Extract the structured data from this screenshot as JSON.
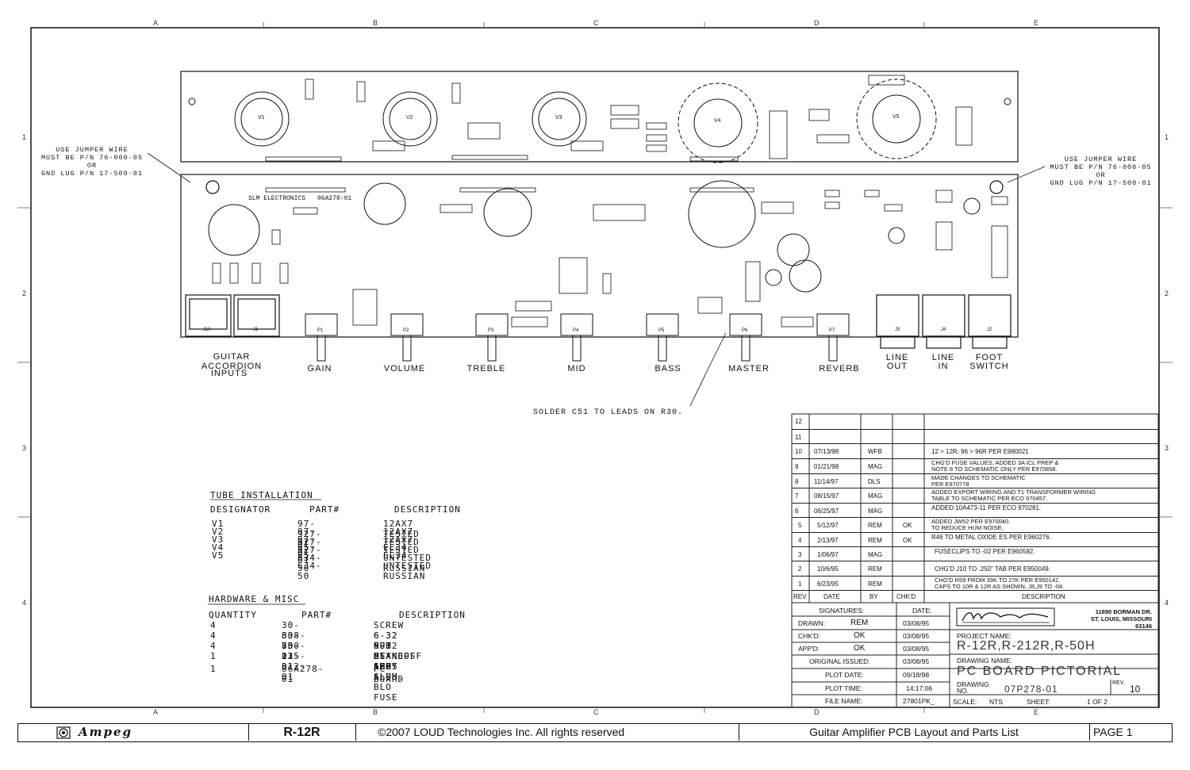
{
  "grid": {
    "columns": [
      "A",
      "B",
      "C",
      "D",
      "E"
    ],
    "rows": [
      "1",
      "2",
      "3",
      "4"
    ]
  },
  "board": {
    "silkscreen": "SLM ELECTRONICS",
    "part_ref": "06A278-01",
    "tubes": [
      "V1",
      "V2",
      "V3",
      "V4",
      "V5"
    ],
    "controls": [
      {
        "designator": "P1",
        "label": "GAIN"
      },
      {
        "designator": "P2",
        "label": "VOLUME"
      },
      {
        "designator": "P3",
        "label": "TREBLE"
      },
      {
        "designator": "P4",
        "label": "MID"
      },
      {
        "designator": "P5",
        "label": "BASS"
      },
      {
        "designator": "P6",
        "label": "MASTER"
      },
      {
        "designator": "P7",
        "label": "REVERB"
      }
    ],
    "inputs_label": "GUITAR ACCORDION",
    "inputs_caption": "INPUTS",
    "jacks": [
      {
        "designator": "J3",
        "label": "LINE\nOUT"
      },
      {
        "designator": "J4",
        "label": "LINE\nIN"
      },
      {
        "designator": "J2",
        "label": "FOOT\nSWITCH"
      }
    ],
    "input_jacks": [
      "J10",
      "J1"
    ]
  },
  "notes": {
    "jumper_left": "USE JUMPER WIRE\nMUST BE P/N 76-000-05\nOR\nGND LUG P/N 17-500-01",
    "jumper_right": "USE JUMPER WIRE\nMUST BE P/N 76-000-05\nOR\nGND LUG P/N 17-500-01",
    "solder": "SOLDER C51 TO LEADS ON R30."
  },
  "tube_installation": {
    "title": "TUBE INSTALLATION",
    "headers": [
      "DESIGNATOR",
      "PART#",
      "DESCRIPTION"
    ],
    "rows": [
      [
        "V1",
        "97-927-01",
        "12AX7 TESTED"
      ],
      [
        "V2",
        "97-927-01",
        "12AX7 TESTED"
      ],
      [
        "V3",
        "97-927-01",
        "12AX7 TESTED"
      ],
      [
        "V4",
        "95-634-50",
        "EL34 UNTESTED RUSSIAN"
      ],
      [
        "V5",
        "95-634-50",
        "EL34 UNTESTED RUSSIAN"
      ]
    ]
  },
  "hardware": {
    "title": "HARDWARE & MISC",
    "headers": [
      "QUANTITY",
      "PART#",
      "DESCRIPTION"
    ],
    "rows": [
      [
        "4",
        "30-638-53",
        "SCREW 6-32 PPH MS SEMS"
      ],
      [
        "4",
        "30-700-01",
        "6-32 NUT HEXKEPS ASSY"
      ],
      [
        "4",
        "85-125-01",
        "6-32 STANDOFF 1/2\" ALUM."
      ],
      [
        "1",
        "23-312-01",
        "2 AMP SLO BLO FUSE"
      ],
      [
        "1",
        "06A278-01",
        "PC BOARD"
      ]
    ]
  },
  "revisions": {
    "headers": [
      "REV",
      "DATE",
      "BY",
      "CHK'D",
      "DESCRIPTION"
    ],
    "rows": [
      {
        "rev": "12",
        "date": "",
        "by": "",
        "chk": "",
        "desc": ""
      },
      {
        "rev": "11",
        "date": "",
        "by": "",
        "chk": "",
        "desc": ""
      },
      {
        "rev": "10",
        "date": "07/13/98",
        "by": "WFB",
        "chk": "",
        "desc": "12 > 12R, 96 > 96R PER E980021"
      },
      {
        "rev": "9",
        "date": "01/21/98",
        "by": "MAG",
        "chk": "",
        "desc": "CHG'D FUSE VALUES, ADDED 3A ICL PREP &\nNOTE 8 TO SCHEMATIC ONLY PER E970858."
      },
      {
        "rev": "8",
        "date": "11/14/97",
        "by": "DLS",
        "chk": "",
        "desc": "MADE CHANGES TO SCHEMATIC\nPER E970778"
      },
      {
        "rev": "7",
        "date": "08/15/97",
        "by": "MAG",
        "chk": "",
        "desc": "ADDED EXPORT WIRING AND T1 TRANSFORMER WIRING\nTABLE TO SCHEMATIC PER ECO 970457."
      },
      {
        "rev": "6",
        "date": "06/25/97",
        "by": "MAG",
        "chk": "",
        "desc": "ADDED 10A473-11 PER ECO 970281."
      },
      {
        "rev": "5",
        "date": "5/12/97",
        "by": "REM",
        "chk": "OK",
        "desc": "ADDED JW52  PER E970040.\nTO REDUCE HUM NOISE."
      },
      {
        "rev": "4",
        "date": "2/13/97",
        "by": "REM",
        "chk": "OK",
        "desc": "R46 TO METAL OXIDE ES PER E960276."
      },
      {
        "rev": "3",
        "date": "1/06/97",
        "by": "MAG",
        "chk": "",
        "desc": "FUSECLIPS TO -02 PER E960582."
      },
      {
        "rev": "2",
        "date": "10/6/95",
        "by": "REM",
        "chk": "",
        "desc": "CHG'D J10 TO .250\" TAB PER E950049."
      },
      {
        "rev": "1",
        "date": "6/23/95",
        "by": "REM",
        "chk": "",
        "desc": "CHG'D R59 FROM 39K TO 27K PER E950142.\nCAPS TO 10R & 12R AS SHOWN, J8,J9 TO -04."
      }
    ]
  },
  "title_block": {
    "signatures_label": "SIGNATURES:",
    "date_label": "DATE:",
    "drawn_label": "DRAWN:",
    "drawn": "REM",
    "drawn_date": "03/08/95",
    "chkd_label": "CHK'D:",
    "chkd": "OK",
    "chkd_date": "03/08/95",
    "appd_label": "APP'D:",
    "appd": "OK",
    "appd_date": "03/08/95",
    "original_label": "ORIGINAL ISSUED:",
    "original_date": "03/08/95",
    "plot_date_label": "PLOT DATE:",
    "plot_date": "09/18/98",
    "plot_time_label": "PLOT TIME:",
    "plot_time": "14:17:06",
    "file_name_label": "FILE NAME:",
    "file_name": "27801PK_",
    "address": "11890 BORMAN DR.\nST. LOUIS, MISSOURI\n63146",
    "project_name_label": "PROJECT NAME:",
    "project_name": "R-12R,R-212R,R-50H",
    "drawing_name_label": "DRAWING NAME:",
    "drawing_name": "PC BOARD PICTORIAL",
    "drawing_no_label": "DRAWING\nNO.",
    "drawing_no": "07P278-01",
    "rev_label": "REV.",
    "rev": "10",
    "scale_label": "SCALE:",
    "scale": "NTS",
    "sheet_label": "SHEET:",
    "sheet": "1 OF 2"
  },
  "footer": {
    "brand": "Ampeg",
    "model": "R-12R",
    "copyright": "©2007 LOUD Technologies Inc.  All rights reserved",
    "description": "Guitar Amplifier PCB Layout and Parts List",
    "page": "PAGE 1"
  }
}
